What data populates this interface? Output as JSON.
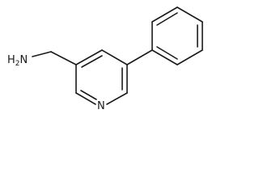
{
  "molecule": {
    "amine_label": {
      "prefix": "H",
      "subscript": "2",
      "suffix": "N"
    },
    "ring_nitrogen_label": "N"
  }
}
